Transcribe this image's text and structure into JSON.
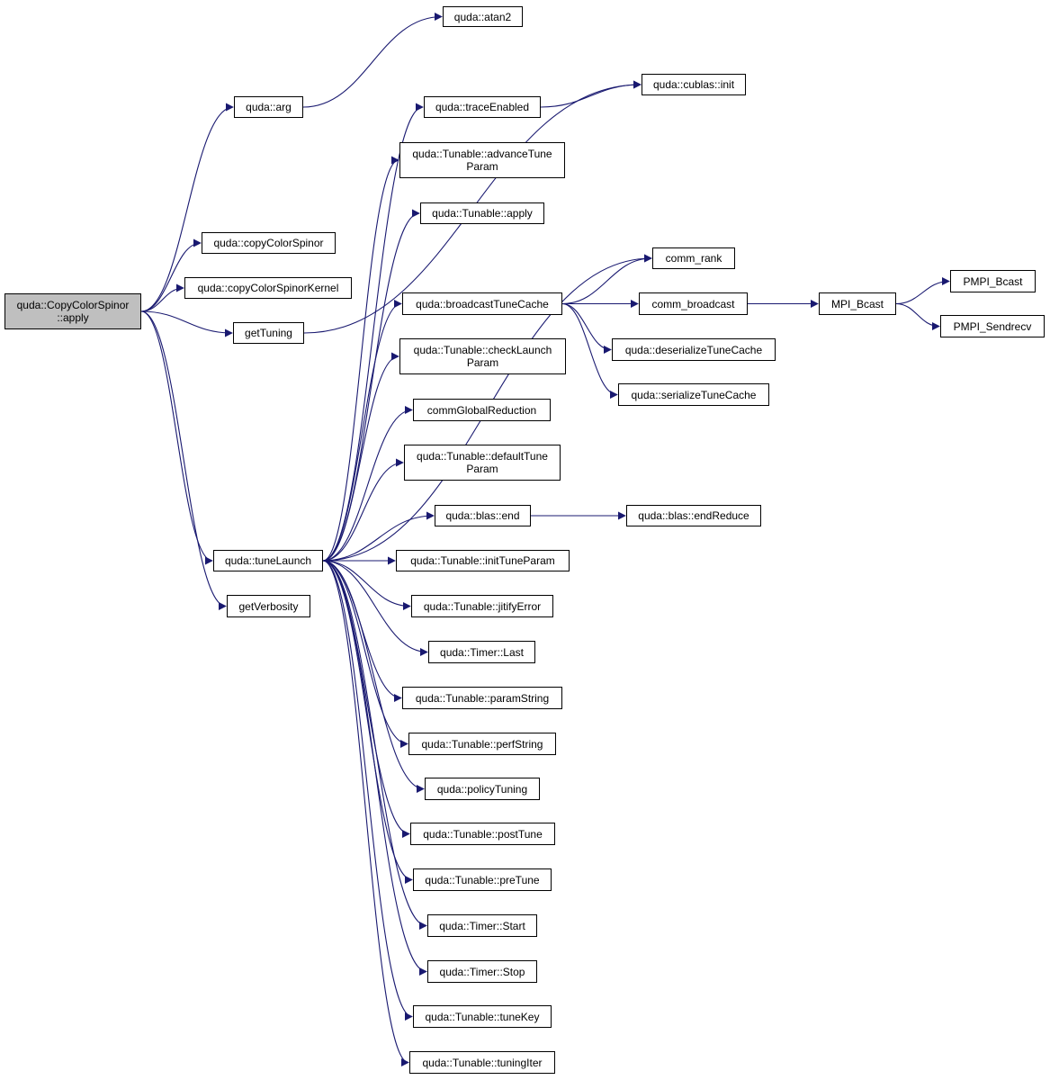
{
  "colors": {
    "edge": "#191970",
    "root_fill": "#bfbfbf",
    "node_fill": "#ffffff",
    "border": "#000000"
  },
  "nodes": {
    "root": {
      "lines": [
        "quda::CopyColorSpinor",
        "::apply"
      ]
    },
    "atan2": {
      "lines": [
        "quda::atan2"
      ]
    },
    "arg": {
      "lines": [
        "quda::arg"
      ]
    },
    "cublas_init": {
      "lines": [
        "quda::cublas::init"
      ]
    },
    "traceEnabled": {
      "lines": [
        "quda::traceEnabled"
      ]
    },
    "advanceTuneParam": {
      "lines": [
        "quda::Tunable::advanceTune",
        "Param"
      ]
    },
    "tunable_apply": {
      "lines": [
        "quda::Tunable::apply"
      ]
    },
    "copyColorSpinor": {
      "lines": [
        "quda::copyColorSpinor"
      ]
    },
    "comm_rank": {
      "lines": [
        "comm_rank"
      ]
    },
    "copyColorSpinorKernel": {
      "lines": [
        "quda::copyColorSpinorKernel"
      ]
    },
    "broadcastTuneCache": {
      "lines": [
        "quda::broadcastTuneCache"
      ]
    },
    "comm_broadcast": {
      "lines": [
        "comm_broadcast"
      ]
    },
    "MPI_Bcast": {
      "lines": [
        "MPI_Bcast"
      ]
    },
    "PMPI_Bcast": {
      "lines": [
        "PMPI_Bcast"
      ]
    },
    "PMPI_Sendrecv": {
      "lines": [
        "PMPI_Sendrecv"
      ]
    },
    "getTuning": {
      "lines": [
        "getTuning"
      ]
    },
    "deserializeTuneCache": {
      "lines": [
        "quda::deserializeTuneCache"
      ]
    },
    "checkLaunchParam": {
      "lines": [
        "quda::Tunable::checkLaunch",
        "Param"
      ]
    },
    "serializeTuneCache": {
      "lines": [
        "quda::serializeTuneCache"
      ]
    },
    "commGlobalReduction": {
      "lines": [
        "commGlobalReduction"
      ]
    },
    "defaultTuneParam": {
      "lines": [
        "quda::Tunable::defaultTune",
        "Param"
      ]
    },
    "blas_end": {
      "lines": [
        "quda::blas::end"
      ]
    },
    "endReduce": {
      "lines": [
        "quda::blas::endReduce"
      ]
    },
    "tuneLaunch": {
      "lines": [
        "quda::tuneLaunch"
      ]
    },
    "initTuneParam": {
      "lines": [
        "quda::Tunable::initTuneParam"
      ]
    },
    "getVerbosity": {
      "lines": [
        "getVerbosity"
      ]
    },
    "jitifyError": {
      "lines": [
        "quda::Tunable::jitifyError"
      ]
    },
    "timer_last": {
      "lines": [
        "quda::Timer::Last"
      ]
    },
    "paramString": {
      "lines": [
        "quda::Tunable::paramString"
      ]
    },
    "perfString": {
      "lines": [
        "quda::Tunable::perfString"
      ]
    },
    "policyTuning": {
      "lines": [
        "quda::policyTuning"
      ]
    },
    "postTune": {
      "lines": [
        "quda::Tunable::postTune"
      ]
    },
    "preTune": {
      "lines": [
        "quda::Tunable::preTune"
      ]
    },
    "timer_start": {
      "lines": [
        "quda::Timer::Start"
      ]
    },
    "timer_stop": {
      "lines": [
        "quda::Timer::Stop"
      ]
    },
    "tuneKey": {
      "lines": [
        "quda::Tunable::tuneKey"
      ]
    },
    "tuningIter": {
      "lines": [
        "quda::Tunable::tuningIter"
      ]
    }
  },
  "edges": [
    [
      "root",
      "arg"
    ],
    [
      "root",
      "copyColorSpinor"
    ],
    [
      "root",
      "copyColorSpinorKernel"
    ],
    [
      "root",
      "getTuning"
    ],
    [
      "root",
      "tuneLaunch"
    ],
    [
      "root",
      "getVerbosity"
    ],
    [
      "arg",
      "atan2"
    ],
    [
      "getTuning",
      "cublas_init"
    ],
    [
      "traceEnabled",
      "cublas_init"
    ],
    [
      "broadcastTuneCache",
      "comm_rank"
    ],
    [
      "broadcastTuneCache",
      "comm_broadcast"
    ],
    [
      "broadcastTuneCache",
      "deserializeTuneCache"
    ],
    [
      "broadcastTuneCache",
      "serializeTuneCache"
    ],
    [
      "comm_broadcast",
      "MPI_Bcast"
    ],
    [
      "MPI_Bcast",
      "PMPI_Bcast"
    ],
    [
      "MPI_Bcast",
      "PMPI_Sendrecv"
    ],
    [
      "blas_end",
      "endReduce"
    ],
    [
      "tuneLaunch",
      "traceEnabled"
    ],
    [
      "tuneLaunch",
      "advanceTuneParam"
    ],
    [
      "tuneLaunch",
      "tunable_apply"
    ],
    [
      "tuneLaunch",
      "comm_rank"
    ],
    [
      "tuneLaunch",
      "broadcastTuneCache"
    ],
    [
      "tuneLaunch",
      "checkLaunchParam"
    ],
    [
      "tuneLaunch",
      "commGlobalReduction"
    ],
    [
      "tuneLaunch",
      "defaultTuneParam"
    ],
    [
      "tuneLaunch",
      "blas_end"
    ],
    [
      "tuneLaunch",
      "initTuneParam"
    ],
    [
      "tuneLaunch",
      "jitifyError"
    ],
    [
      "tuneLaunch",
      "timer_last"
    ],
    [
      "tuneLaunch",
      "paramString"
    ],
    [
      "tuneLaunch",
      "perfString"
    ],
    [
      "tuneLaunch",
      "policyTuning"
    ],
    [
      "tuneLaunch",
      "postTune"
    ],
    [
      "tuneLaunch",
      "preTune"
    ],
    [
      "tuneLaunch",
      "timer_start"
    ],
    [
      "tuneLaunch",
      "timer_stop"
    ],
    [
      "tuneLaunch",
      "tuneKey"
    ],
    [
      "tuneLaunch",
      "tuningIter"
    ]
  ]
}
